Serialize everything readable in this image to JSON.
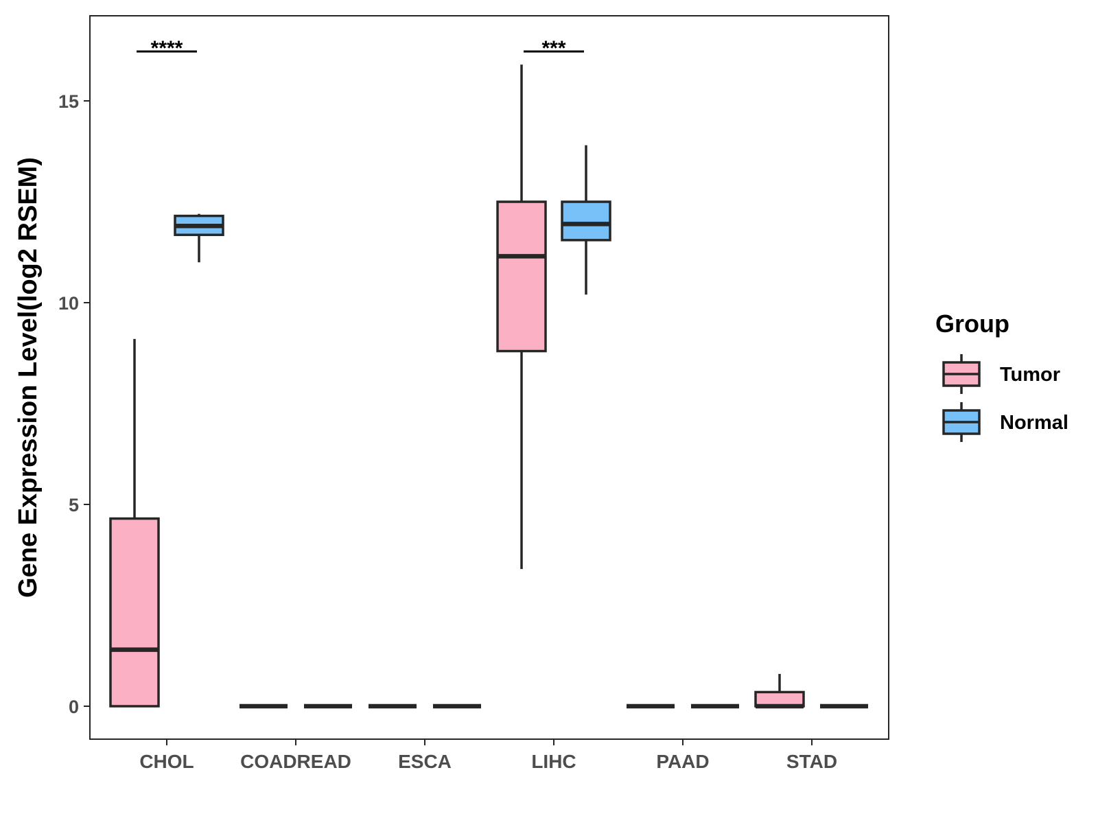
{
  "chart_data": {
    "type": "boxplot",
    "categories": [
      "CHOL",
      "COADREAD",
      "ESCA",
      "LIHC",
      "PAAD",
      "STAD"
    ],
    "ylabel": "Gene Expression Level(log2 RSEM)",
    "ylim": [
      -0.8,
      17.2
    ],
    "yticks": [
      0,
      5,
      10,
      15
    ],
    "grid": false,
    "legend": {
      "title": "Group",
      "position": "right",
      "entries": [
        "Tumor",
        "Normal"
      ]
    },
    "colors": {
      "Tumor": "#fbb1c3",
      "Normal": "#77c1f8",
      "outline": "#262626"
    },
    "series": [
      {
        "name": "Tumor",
        "boxes": [
          {
            "category": "CHOL",
            "min": 0,
            "q1": 0,
            "median": 1.4,
            "q3": 4.65,
            "max": 9.1
          },
          {
            "category": "COADREAD",
            "min": 0,
            "q1": 0,
            "median": 0,
            "q3": 0,
            "max": 0
          },
          {
            "category": "ESCA",
            "min": 0,
            "q1": 0,
            "median": 0,
            "q3": 0,
            "max": 0
          },
          {
            "category": "LIHC",
            "min": 3.4,
            "q1": 8.8,
            "median": 11.15,
            "q3": 12.5,
            "max": 15.9
          },
          {
            "category": "PAAD",
            "min": 0,
            "q1": 0,
            "median": 0,
            "q3": 0,
            "max": 0
          },
          {
            "category": "STAD",
            "min": 0,
            "q1": 0,
            "median": 0,
            "q3": 0.35,
            "max": 0.8
          }
        ]
      },
      {
        "name": "Normal",
        "boxes": [
          {
            "category": "CHOL",
            "min": 11.0,
            "q1": 11.68,
            "median": 11.9,
            "q3": 12.15,
            "max": 12.2
          },
          {
            "category": "COADREAD",
            "min": 0,
            "q1": 0,
            "median": 0,
            "q3": 0,
            "max": 0
          },
          {
            "category": "ESCA",
            "min": 0,
            "q1": 0,
            "median": 0,
            "q3": 0,
            "max": 0
          },
          {
            "category": "LIHC",
            "min": 10.2,
            "q1": 11.55,
            "median": 11.95,
            "q3": 12.5,
            "max": 13.9
          },
          {
            "category": "PAAD",
            "min": 0,
            "q1": 0,
            "median": 0,
            "q3": 0,
            "max": 0
          },
          {
            "category": "STAD",
            "min": 0,
            "q1": 0,
            "median": 0,
            "q3": 0,
            "max": 0
          }
        ]
      }
    ],
    "annotations": [
      {
        "category": "CHOL",
        "text": "****"
      },
      {
        "category": "LIHC",
        "text": "***"
      }
    ]
  }
}
